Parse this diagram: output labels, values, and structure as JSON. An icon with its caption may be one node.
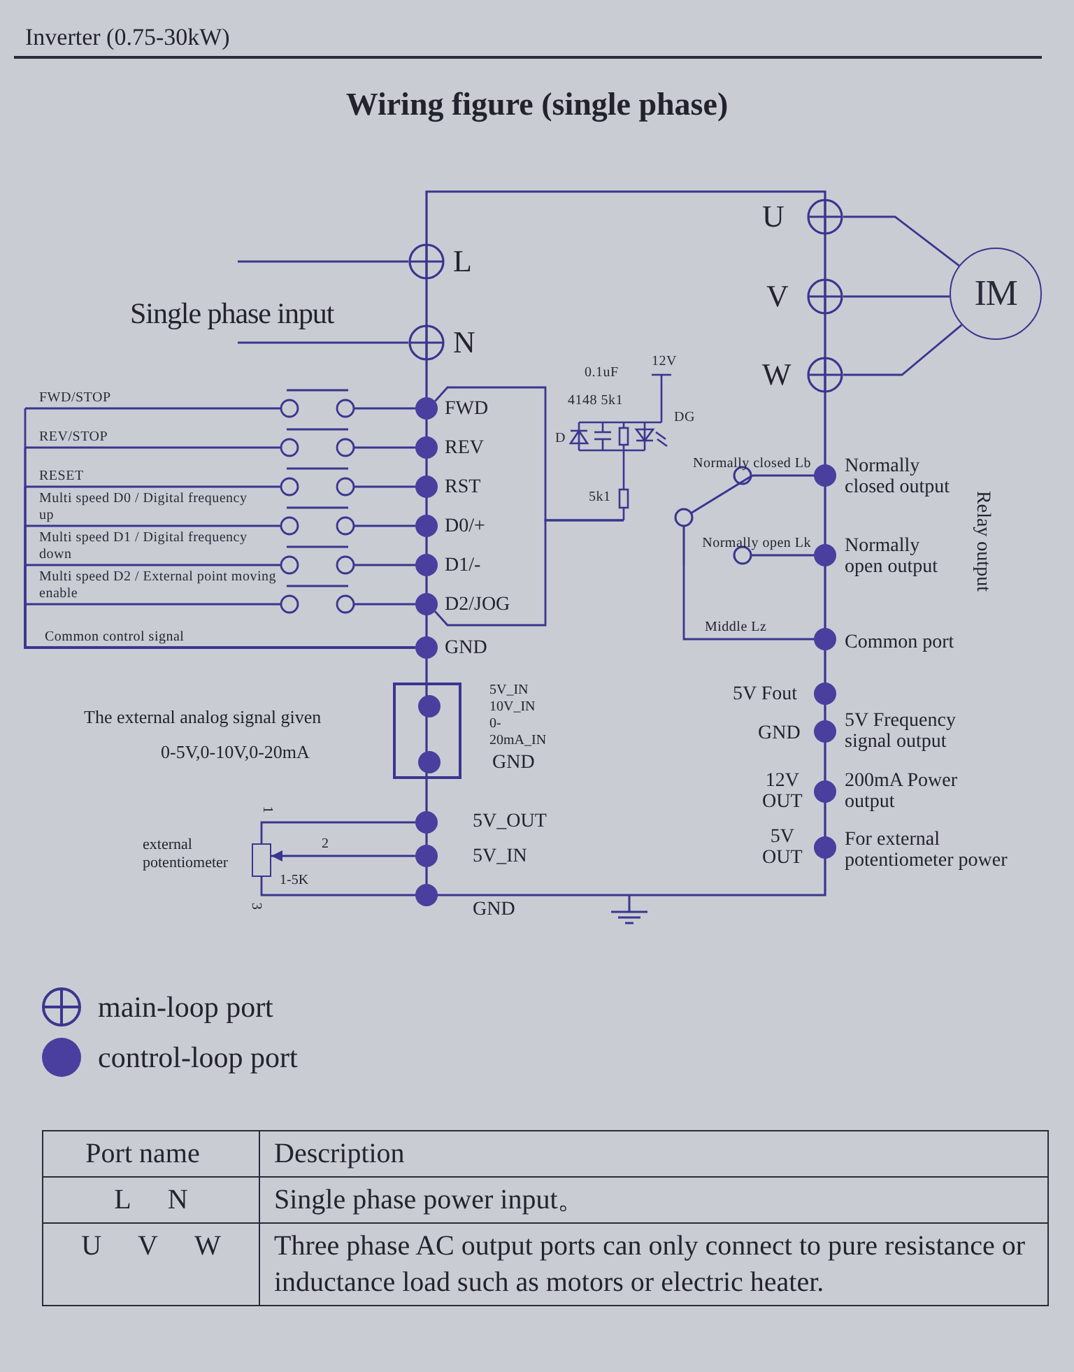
{
  "diagram": {
    "title": "Wiring figure (single phase)",
    "nodes": [
      {
        "text": [],
        "shape": "circle",
        "beside": [
          "L"
        ]
      },
      {
        "text": [],
        "shape": "circle",
        "beside": [
          "N"
        ]
      },
      {
        "text": [],
        "shape": "circle",
        "beside": [
          "U"
        ]
      },
      {
        "text": [],
        "shape": "circle",
        "beside": [
          "V"
        ]
      },
      {
        "text": [],
        "shape": "circle",
        "beside": [
          "W"
        ]
      },
      {
        "text": [
          "IM"
        ]
      },
      {
        "text": [
          "FWD/STOP"
        ]
      },
      {
        "text": [
          "REV/STOP"
        ]
      },
      {
        "text": [
          "RESET"
        ]
      },
      {
        "text": [
          "Multi speed D0 / Digital frequency up"
        ]
      },
      {
        "text": [
          "Multi speed D1 / Digital frequency down"
        ]
      },
      {
        "text": [
          "Multi speed D2 / External point moving enable"
        ]
      },
      {
        "text": [],
        "shape": "dot",
        "beside": [
          "FWD"
        ]
      },
      {
        "text": [],
        "shape": "dot",
        "beside": [
          "REV"
        ]
      },
      {
        "text": [],
        "shape": "dot",
        "beside": [
          "RST"
        ]
      },
      {
        "text": [],
        "shape": "dot",
        "beside": [
          "D0/+"
        ]
      },
      {
        "text": [],
        "shape": "dot",
        "beside": [
          "D1/-"
        ]
      },
      {
        "text": [],
        "shape": "dot",
        "beside": [
          "D2/JOG"
        ]
      },
      {
        "text": [],
        "shape": "dot",
        "beside": [
          "GND"
        ]
      },
      {
        "text": [
          "0.1uF",
          "12V",
          "4148 5k1",
          "DG",
          "D",
          "5k1"
        ]
      },
      {
        "text": [],
        "shape": "switch"
      },
      {
        "text": [],
        "shape": "dot",
        "beside": [
          "Normally closed output"
        ]
      },
      {
        "text": [],
        "shape": "dot",
        "beside": [
          "Normally open output"
        ]
      },
      {
        "text": [],
        "shape": "dot",
        "beside": [
          "Common port"
        ]
      },
      {
        "text": [],
        "shape": "box"
      },
      {
        "text": [],
        "shape": "dot",
        "beside": [
          "5V_IN 10V_IN 0-20mA_IN"
        ],
        "in": 24
      },
      {
        "text": [],
        "shape": "dot",
        "beside": [
          "GND"
        ],
        "in": 24
      },
      {
        "text": [],
        "shape": "dot",
        "beside": [
          "5V_OUT"
        ]
      },
      {
        "text": [],
        "shape": "dot",
        "beside": [
          "5V_IN"
        ]
      },
      {
        "text": [],
        "shape": "dot",
        "beside": [
          "GND"
        ]
      },
      {
        "text": [],
        "shape": "resistor",
        "beside": [
          "external potentiometer",
          "1-5K"
        ]
      },
      {
        "text": [],
        "shape": "dot",
        "beside": [
          "5V Fout"
        ]
      },
      {
        "text": [],
        "shape": "dot",
        "beside": [
          "GND"
        ]
      },
      {
        "text": [],
        "shape": "dot",
        "beside": [
          "12V OUT"
        ]
      },
      {
        "text": [],
        "shape": "dot",
        "beside": [
          "5V OUT"
        ]
      }
    ],
    "edges": [
      {
        "from": null,
        "to": 0,
        "arrow": "none"
      },
      {
        "from": null,
        "to": 1,
        "arrow": "none"
      },
      {
        "from": 2,
        "to": 5,
        "arrow": "none"
      },
      {
        "from": 3,
        "to": 5,
        "arrow": "none"
      },
      {
        "from": 4,
        "to": 5,
        "arrow": "none"
      },
      {
        "from": 6,
        "to": 12,
        "arrow": "none"
      },
      {
        "from": 7,
        "to": 13,
        "arrow": "none"
      },
      {
        "from": 8,
        "to": 14,
        "arrow": "none"
      },
      {
        "from": 9,
        "to": 15,
        "arrow": "none"
      },
      {
        "from": 10,
        "to": 16,
        "arrow": "none"
      },
      {
        "from": 11,
        "to": 17,
        "arrow": "none"
      },
      {
        "from": 11,
        "to": 18,
        "arrow": "none",
        "label": "Common control signal"
      },
      {
        "from": 12,
        "to": 19,
        "arrow": "none"
      },
      {
        "from": 17,
        "to": 19,
        "arrow": "none"
      },
      {
        "from": 20,
        "to": 21,
        "arrow": "none",
        "label": "Normally closed Lb"
      },
      {
        "from": 20,
        "to": 22,
        "arrow": "none",
        "label": "Normally open Lk"
      },
      {
        "from": 20,
        "to": 23,
        "arrow": "none",
        "label": "Middle Lz"
      },
      {
        "from": 30,
        "to": 27,
        "arrow": "none",
        "label": "1"
      },
      {
        "from": 28,
        "to": 30,
        "arrow": "to",
        "label": "2"
      },
      {
        "from": 30,
        "to": 29,
        "arrow": "none",
        "label": "3"
      },
      {
        "from": 6,
        "to": 18,
        "arrow": "none"
      },
      {
        "from": 7,
        "to": 18,
        "arrow": "none"
      },
      {
        "from": 8,
        "to": 18,
        "arrow": "none"
      },
      {
        "from": 9,
        "to": 18,
        "arrow": "none"
      },
      {
        "from": 10,
        "to": 18,
        "arrow": "none"
      }
    ],
    "labels": [
      "Inverter (0.75-30kW)",
      "Single phase input",
      "Relay output",
      "The external analog signal given",
      "0-5V,0-10V,0-20mA",
      "5V Frequency signal output",
      "200mA Power output",
      "For external potentiometer power",
      "Port name",
      "Description",
      "L",
      "N",
      "Single phase power input。",
      "U",
      "V",
      "W",
      "Three phase AC output ports can only connect to pure resistance or inductance load such as motors or electric heater."
    ],
    "legend": [
      {
        "text": "main-loop port"
      },
      {
        "text": "control-loop port",
        "color": "#4a3e9e"
      }
    ]
  }
}
